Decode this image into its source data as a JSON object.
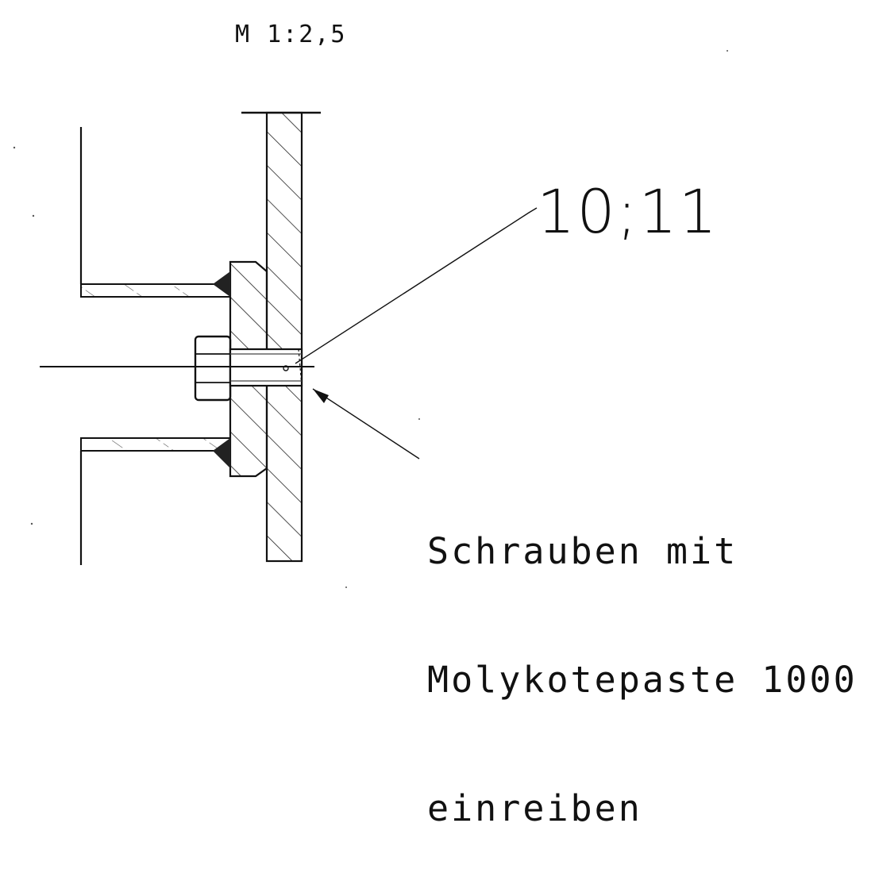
{
  "drawing": {
    "scale_label": "M 1:2,5",
    "part_reference": "10;11",
    "note_lines": [
      "Schrauben mit",
      "Molykotepaste 1000",
      "einreiben"
    ]
  }
}
